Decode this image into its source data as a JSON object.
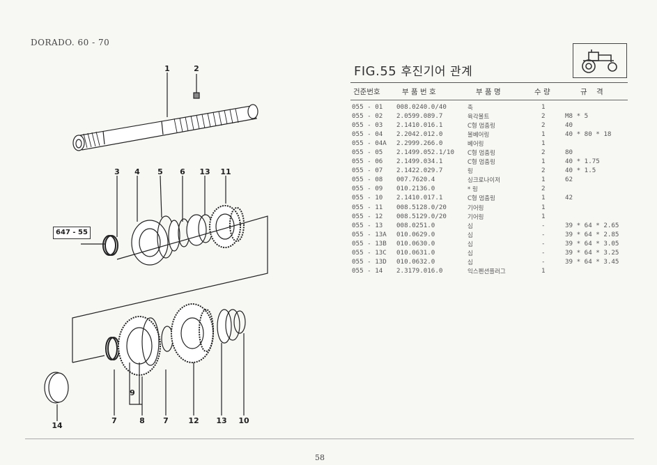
{
  "header": {
    "model": "DORADO. 60 - 70",
    "fig_prefix": "FIG.55",
    "fig_title": "후진기어 관계"
  },
  "table": {
    "columns": [
      "건준번호",
      "부 품 번 호",
      "부 품 명",
      "수 량",
      "규    격"
    ],
    "rows": [
      {
        "no": "055 - 01",
        "part": "008.0240.0/40",
        "name": "축",
        "qty": "1",
        "spec": ""
      },
      {
        "no": "055 - 02",
        "part": "2.0599.089.7",
        "name": "육각볼트",
        "qty": "2",
        "spec": "M8 * 5"
      },
      {
        "no": "055 - 03",
        "part": "2.1410.016.1",
        "name": "C형 멈춤링",
        "qty": "2",
        "spec": "40"
      },
      {
        "no": "055 - 04",
        "part": "2.2042.012.0",
        "name": "볼베어링",
        "qty": "1",
        "spec": "40 * 80 * 18"
      },
      {
        "no": "055 - 04A",
        "part": "2.2999.266.0",
        "name": "베어링",
        "qty": "1",
        "spec": ""
      },
      {
        "no": "055 - 05",
        "part": "2.1499.052.1/10",
        "name": "C형 멈춤링",
        "qty": "2",
        "spec": "80"
      },
      {
        "no": "055 - 06",
        "part": "2.1499.034.1",
        "name": "C형 멈춤링",
        "qty": "1",
        "spec": "40 * 1.75"
      },
      {
        "no": "055 - 07",
        "part": "2.1422.029.7",
        "name": "링",
        "qty": "2",
        "spec": "40 * 1.5"
      },
      {
        "no": "055 - 08",
        "part": "007.7620.4",
        "name": "싱크로나이저",
        "qty": "1",
        "spec": "62"
      },
      {
        "no": "055 - 09",
        "part": "010.2136.0",
        "name": "* 링",
        "qty": "2",
        "spec": ""
      },
      {
        "no": "055 - 10",
        "part": "2.1410.017.1",
        "name": "C형 멈춤링",
        "qty": "1",
        "spec": "42"
      },
      {
        "no": "055 - 11",
        "part": "008.5128.0/20",
        "name": "기어링",
        "qty": "1",
        "spec": ""
      },
      {
        "no": "055 - 12",
        "part": "008.5129.0/20",
        "name": "기어링",
        "qty": "1",
        "spec": ""
      },
      {
        "no": "055 - 13",
        "part": "008.0251.0",
        "name": "심",
        "qty": "-",
        "spec": "39 * 64 * 2.65"
      },
      {
        "no": "055 - 13A",
        "part": "010.0629.0",
        "name": "심",
        "qty": "-",
        "spec": "39 * 64 * 2.85"
      },
      {
        "no": "055 - 13B",
        "part": "010.0630.0",
        "name": "심",
        "qty": "-",
        "spec": "39 * 64 * 3.05"
      },
      {
        "no": "055 - 13C",
        "part": "010.0631.0",
        "name": "심",
        "qty": "-",
        "spec": "39 * 64 * 3.25"
      },
      {
        "no": "055 - 13D",
        "part": "010.0632.0",
        "name": "심",
        "qty": "-",
        "spec": "39 * 64 * 3.45"
      },
      {
        "no": "055 - 14",
        "part": "2.3179.016.0",
        "name": "익스펜션플러그",
        "qty": "1",
        "spec": ""
      }
    ]
  },
  "diagram": {
    "reference_box": "647 - 55",
    "callouts": [
      "1",
      "2",
      "3",
      "4",
      "5",
      "6",
      "13",
      "11",
      "9",
      "7",
      "8",
      "7",
      "12",
      "13",
      "10",
      "14"
    ]
  },
  "footer": {
    "page_number": "58"
  }
}
